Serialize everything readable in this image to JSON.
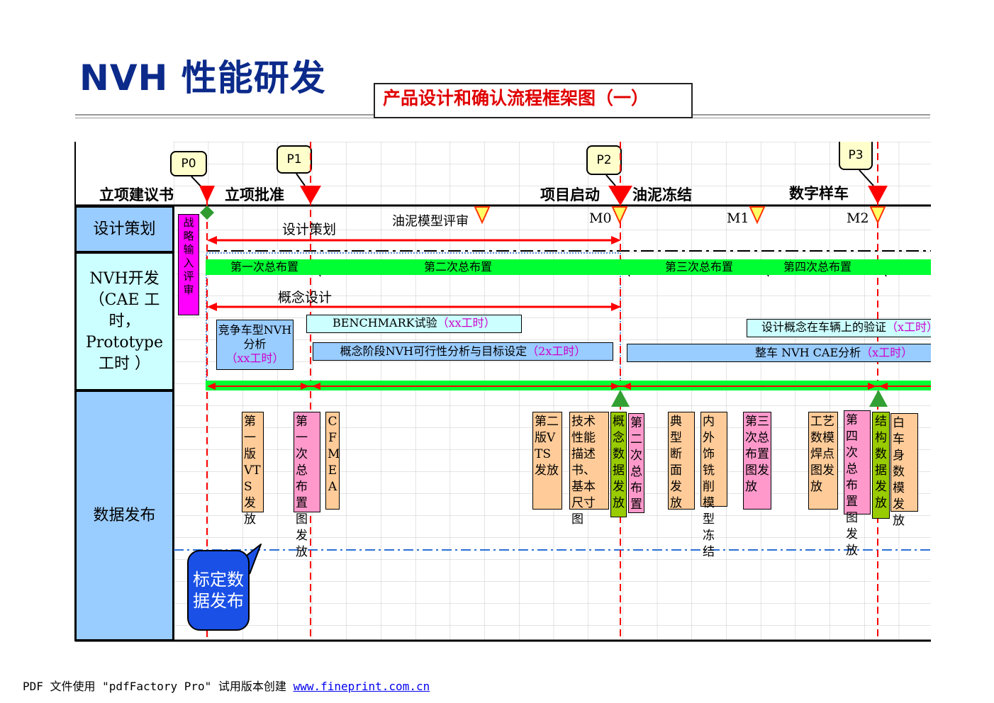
{
  "page_title": "NVH 性能研发",
  "subtitle": "产品设计和确认流程框架图（一）",
  "gates": [
    "P0",
    "P1",
    "P2",
    "P3"
  ],
  "phases": [
    "立项建议书",
    "立项批准",
    "项目启动",
    "油泥冻结",
    "数字样车"
  ],
  "rows": {
    "design_planning": "设计策划",
    "nvh_dev": "NVH开发（CAE 工时，Prototype 工时 ）",
    "data_release": "数据发布"
  },
  "strategy_box": "战略输入评审",
  "milestones": {
    "clay_review": "油泥模型评审",
    "m0": "M0",
    "m1": "M1",
    "m2": "M2"
  },
  "arrows": {
    "design_plan": "设计策划",
    "concept_design": "概念设计"
  },
  "layout_bars": [
    "第一次总布置",
    "第二次总布置",
    "第三次总布置",
    "第四次总布置"
  ],
  "nvh_boxes": {
    "competitor": {
      "text": "竞争车型NVH分析",
      "hours": "（xx工时）"
    },
    "benchmark": {
      "text": "BENCHMARK试验",
      "hours": "（xx工时）"
    },
    "feasibility": {
      "text": "概念阶段NVH可行性分析与目标设定",
      "hours": "（2x工时）"
    },
    "verification": {
      "text": "设计概念在车辆上的验证",
      "hours": "（x工时）"
    },
    "cae": {
      "text": "整车 NVH CAE分析",
      "hours": "（x工时）"
    }
  },
  "release_items": [
    "第一版VTS发放",
    "第一次总布置图发放",
    "CFMEA",
    "第二版VTS发放",
    "技术性能描述书、基本尺寸图",
    "概念数据发放",
    "第二次总布置",
    "典型断面发放",
    "内外饰铣削模型冻结",
    "第三次总布置图发放",
    "工艺数模焊点图发放",
    "第四次总布置图发放",
    "结构数据发放",
    "白车身数模发放"
  ],
  "calibration_callout": "标定数据发布",
  "footer": {
    "prefix": "PDF 文件使用 \"pdfFactory Pro\" 试用版本创建 ",
    "link": "www.fineprint.com.cn"
  },
  "colors": {
    "title_blue": "#0b2a8a",
    "subtitle_red": "#e00000",
    "gate_red": "#ff0000",
    "bar_green": "#00ff33",
    "row_blue": "#99ccff",
    "row_cyan": "#ccffff",
    "orange": "#ffcc99",
    "pink": "#ff99cc",
    "olive": "#99cc00",
    "magenta": "#ff00ff"
  }
}
